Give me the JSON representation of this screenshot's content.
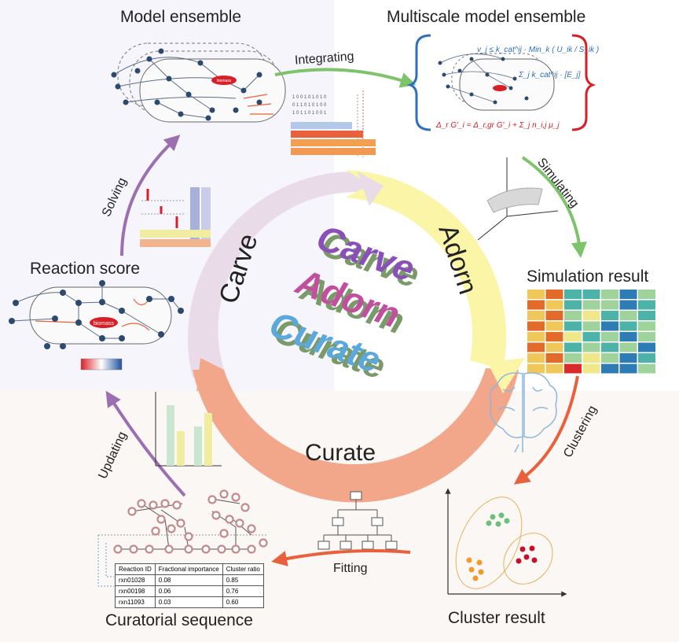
{
  "stages": {
    "model_ensemble": "Model ensemble",
    "multiscale_model_ensemble": "Multiscale model ensemble",
    "simulation_result": "Simulation result",
    "cluster_result": "Cluster result",
    "curatorial_sequence": "Curatorial sequence",
    "reaction_score": "Reaction score"
  },
  "transitions": {
    "integrating": "Integrating",
    "simulating": "Simulating",
    "clustering": "Clustering",
    "fitting": "Fitting",
    "updating": "Updating",
    "solving": "Solving"
  },
  "cycle": {
    "carve": "Carve",
    "adorn": "Adorn",
    "curate": "Curate",
    "center_words": [
      "Carve",
      "Adorn",
      "Curate"
    ]
  },
  "network_node_label": "biomass",
  "equations": {
    "flux_bound": "v_j ≤ k_cat^ij · Min_k ( U_ik / S_ik )",
    "enzyme_sum": "Σ_j k_cat^ij · [E_j]",
    "gibbs": "Δ_r G'_i = Δ_r,gr G'_i + Σ_j n_i,j μ_j"
  },
  "table": {
    "headers": [
      "Reaction ID",
      "Fractional importance",
      "Cluster ratio"
    ],
    "rows": [
      [
        "rxn01028",
        "0.08",
        "0.85"
      ],
      [
        "rxn00198",
        "0.06",
        "0.76"
      ],
      [
        "rxn11093",
        "0.03",
        "0.60"
      ]
    ]
  },
  "colors": {
    "carve": "#e9dce8",
    "adorn": "#fbf5a8",
    "curate": "#f2a78a",
    "arrow_green": "#7cc36a",
    "arrow_purple": "#9b6fb0",
    "arrow_red": "#e8603c",
    "node_blue": "#2c4a6e",
    "biomass_red": "#d91f26"
  },
  "heatmap": [
    [
      "#f0c85a",
      "#e36b2a",
      "#4db3a9",
      "#4db3a9",
      "#9fd39b",
      "#2d7cb6",
      "#9fd39b"
    ],
    [
      "#e36b2a",
      "#f0c85a",
      "#4db3a9",
      "#9fd39b",
      "#9fd39b",
      "#2d7cb6",
      "#4db3a9"
    ],
    [
      "#f0c85a",
      "#e36b2a",
      "#9fd39b",
      "#f0e68a",
      "#4db3a9",
      "#9fd39b",
      "#4db3a9"
    ],
    [
      "#e36b2a",
      "#f0c85a",
      "#4db3a9",
      "#9fd39b",
      "#2d7cb6",
      "#4db3a9",
      "#9fd39b"
    ],
    [
      "#f0c85a",
      "#e36b2a",
      "#f0e68a",
      "#4db3a9",
      "#9fd39b",
      "#2d7cb6",
      "#9fd39b"
    ],
    [
      "#e36b2a",
      "#f0c85a",
      "#4db3a9",
      "#9fd39b",
      "#4db3a9",
      "#9fd39b",
      "#2d7cb6"
    ],
    [
      "#f0c85a",
      "#e36b2a",
      "#9fd39b",
      "#f0e68a",
      "#9fd39b",
      "#2d7cb6",
      "#4db3a9"
    ],
    [
      "#f0c85a",
      "#f0c85a",
      "#d92b2b",
      "#f0e68a",
      "#2d7cb6",
      "#2d7cb6",
      "#9fd39b"
    ]
  ]
}
